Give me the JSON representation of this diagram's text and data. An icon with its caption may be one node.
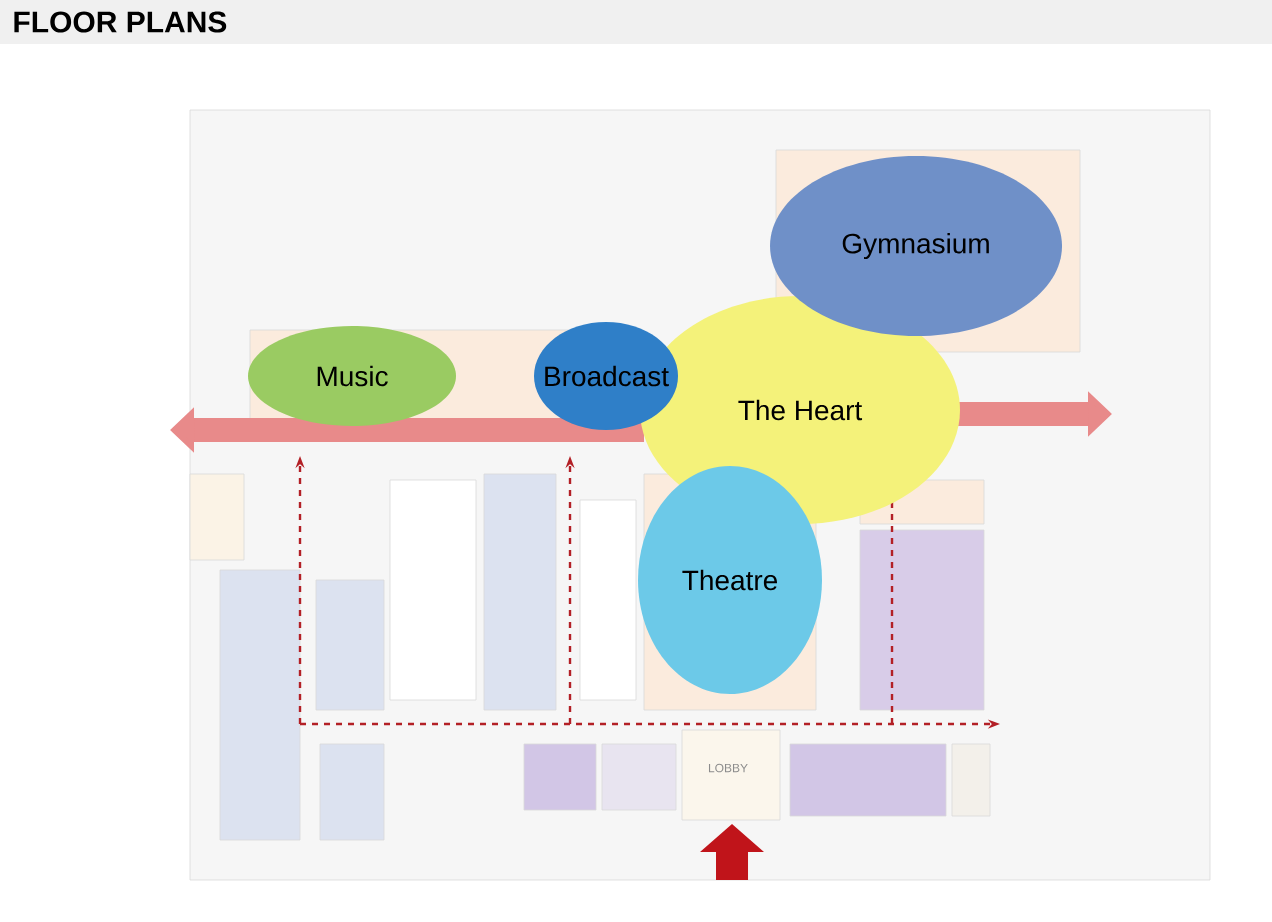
{
  "diagram": {
    "title": "FLOOR PLANS",
    "nodes": [
      {
        "text": [
          "The Heart"
        ]
      },
      {
        "text": [
          "Gymnasium"
        ]
      },
      {
        "text": [
          "Music"
        ]
      },
      {
        "text": [
          "Broadcast"
        ]
      },
      {
        "text": [
          "Theatre"
        ]
      }
    ],
    "labels": [
      "LOBBY"
    ]
  }
}
